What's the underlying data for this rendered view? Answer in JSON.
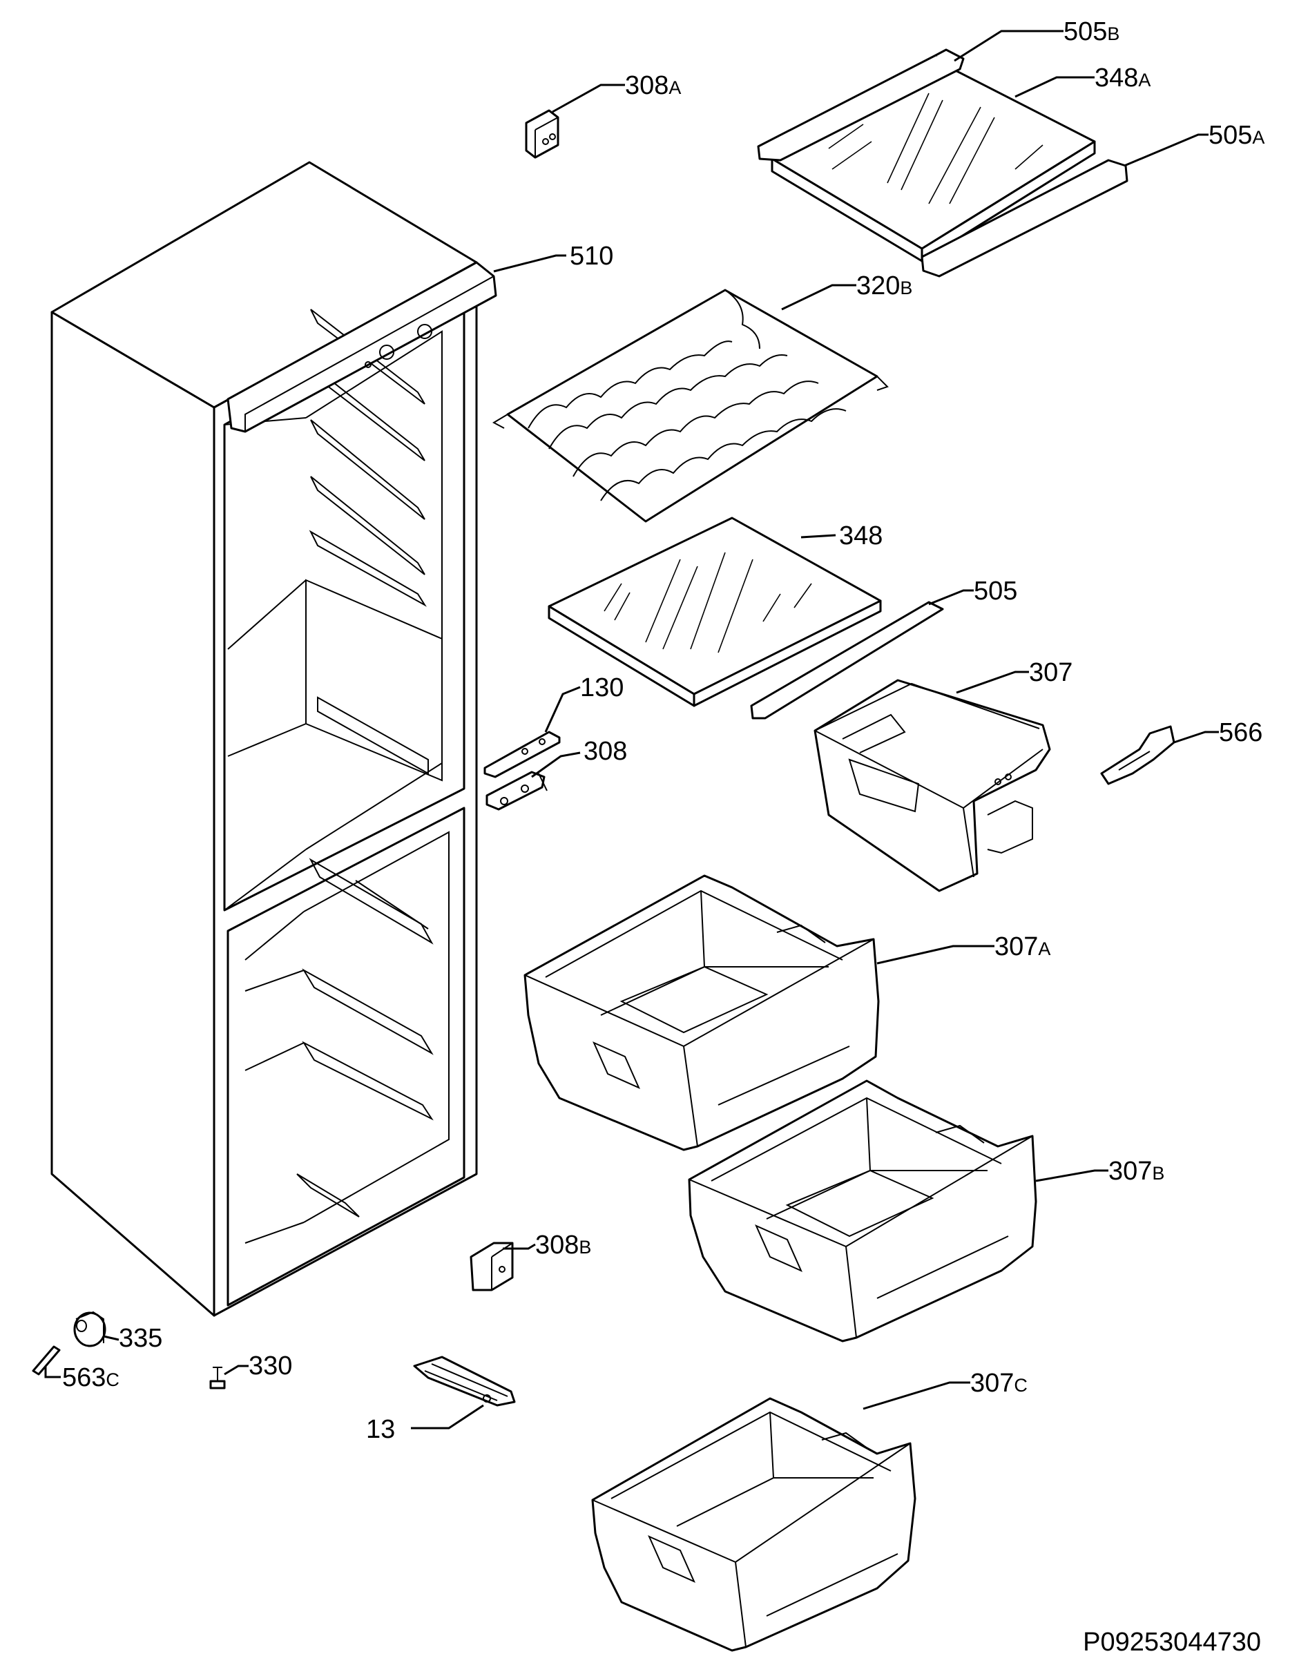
{
  "diagram": {
    "doc_code": "P09253044730",
    "callouts": {
      "c505b": {
        "num": "505",
        "suffix": "B"
      },
      "c348a": {
        "num": "348",
        "suffix": "A"
      },
      "c505a": {
        "num": "505",
        "suffix": "A"
      },
      "c308a": {
        "num": "308",
        "suffix": "A"
      },
      "c510": {
        "num": "510",
        "suffix": ""
      },
      "c320b": {
        "num": "320",
        "suffix": "B"
      },
      "c348": {
        "num": "348",
        "suffix": ""
      },
      "c505": {
        "num": "505",
        "suffix": ""
      },
      "c307": {
        "num": "307",
        "suffix": ""
      },
      "c130": {
        "num": "130",
        "suffix": ""
      },
      "c308": {
        "num": "308",
        "suffix": ""
      },
      "c566": {
        "num": "566",
        "suffix": ""
      },
      "c307a": {
        "num": "307",
        "suffix": "A"
      },
      "c307b": {
        "num": "307",
        "suffix": "B"
      },
      "c308b": {
        "num": "308",
        "suffix": "B"
      },
      "c335": {
        "num": "335",
        "suffix": ""
      },
      "c563c": {
        "num": "563",
        "suffix": "C"
      },
      "c330": {
        "num": "330",
        "suffix": ""
      },
      "c13": {
        "num": "13",
        "suffix": ""
      },
      "c307c": {
        "num": "307",
        "suffix": "C"
      }
    }
  }
}
